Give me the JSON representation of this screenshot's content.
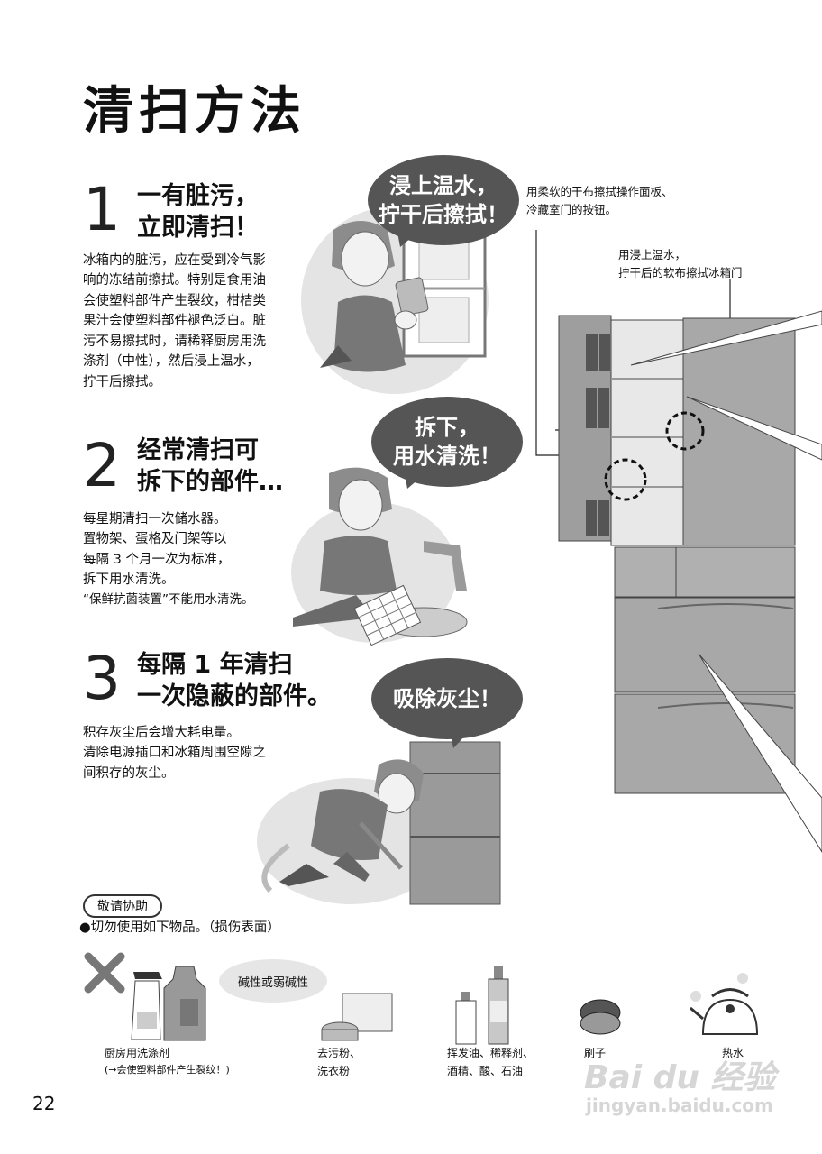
{
  "title": "清扫方法",
  "steps": [
    {
      "number": "1",
      "heading_line1": "一有脏污，",
      "heading_line2": "立即清扫！",
      "body": [
        "冰箱内的脏污，应在受到冷气影",
        "响的冻结前擦拭。特别是食用油",
        "会使塑料部件产生裂纹，柑桔类",
        "果汁会使塑料部件褪色泛白。脏",
        "污不易擦拭时，请稀释厨房用洗",
        "涤剂（中性），然后浸上温水，",
        "拧干后擦拭。"
      ],
      "bubble_line1": "浸上温水，",
      "bubble_line2": "拧干后擦拭！"
    },
    {
      "number": "2",
      "heading_line1": "经常清扫可",
      "heading_line2": "拆下的部件…",
      "body": [
        "每星期清扫一次储水器。",
        "置物架、蛋格及门架等以",
        "每隔 3 个月一次为标准，",
        "拆下用水清洗。",
        "“保鲜抗菌装置”不能用水清洗。"
      ],
      "bubble_line1": "拆下，",
      "bubble_line2": "用水清洗！"
    },
    {
      "number": "3",
      "heading_line1": "每隔 1 年清扫",
      "heading_line2": "一次隐蔽的部件。",
      "body": [
        "积存灰尘后会增大耗电量。",
        "清除电源插口和冰箱周围空隙之",
        "间积存的灰尘。"
      ],
      "bubble_line1": "吸除灰尘！"
    }
  ],
  "annotations": {
    "panel_line1": "用柔软的干布擦拭操作面板、",
    "panel_line2": "冷藏室门的按钮。",
    "door_line1": "用浸上温水，",
    "door_line2": "拧干后的软布擦拭冰箱门"
  },
  "notice": {
    "pill": "敬请协助",
    "text": "●切勿使用如下物品。（损伤表面）",
    "bubble": "碱性或弱碱性",
    "items": [
      {
        "line1": "厨房用洗涤剂",
        "line2": "(→会使塑料部件产生裂纹！)"
      },
      {
        "line1": "去污粉、",
        "line2": "洗衣粉"
      },
      {
        "line1": "挥发油、稀释剂、",
        "line2": "酒精、酸、石油"
      },
      {
        "line1": "刷子",
        "line2": ""
      },
      {
        "line1": "热水",
        "line2": ""
      }
    ]
  },
  "page_number": "22",
  "watermark": {
    "logo": "Bai du 经验",
    "url": "jingyan.baidu.com"
  },
  "colors": {
    "bubble": "#555555",
    "illustration_gray": "#9a9a9a",
    "fridge": "#a8a8a8"
  }
}
